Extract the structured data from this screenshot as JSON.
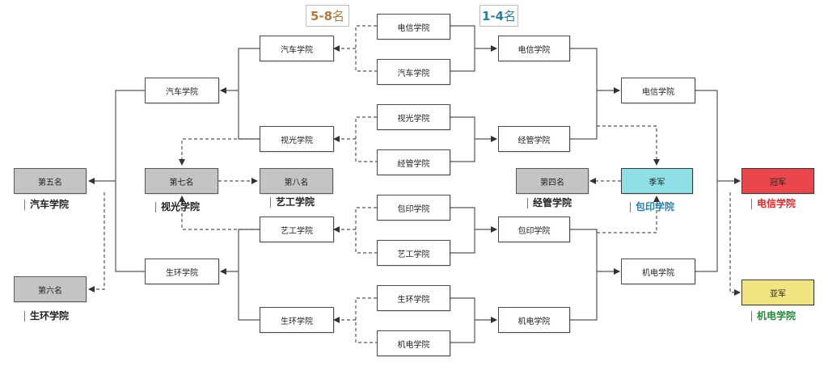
{
  "header": {
    "label_5_8": {
      "text": "5-8",
      "suffix": "名"
    },
    "label_1_4": {
      "text": "1-4",
      "suffix": "名"
    }
  },
  "round1": {
    "top": [
      "电信学院",
      "汽车学院",
      "视光学院",
      "经管学院"
    ],
    "bottom": [
      "包印学院",
      "艺工学院",
      "生环学院",
      "机电学院"
    ]
  },
  "round2": {
    "winners": [
      "电信学院",
      "经管学院",
      "包印学院",
      "机电学院"
    ],
    "losers": [
      "汽车学院",
      "视光学院",
      "艺工学院",
      "生环学院"
    ]
  },
  "round3": {
    "winners": [
      "电信学院",
      "机电学院"
    ],
    "losers_bracket": [
      "汽车学院",
      "生环学院"
    ]
  },
  "places": {
    "first": {
      "label": "冠军",
      "team": "电信学院"
    },
    "second": {
      "label": "亚军",
      "team": "机电学院"
    },
    "third": {
      "label": "季军",
      "team": "包印学院"
    },
    "fourth": {
      "label": "第四名",
      "team": "经管学院"
    },
    "fifth": {
      "label": "第五名",
      "team": "汽车学院"
    },
    "sixth": {
      "label": "第六名",
      "team": "生环学院"
    },
    "seventh": {
      "label": "第七名",
      "team": "视光学院"
    },
    "eighth": {
      "label": "第八名",
      "team": "艺工学院"
    }
  },
  "colors": {
    "champion": "#e8484d",
    "runner_up": "#f1e482",
    "third": "#8fe0e6",
    "rank_box": "#c4c4c4"
  }
}
